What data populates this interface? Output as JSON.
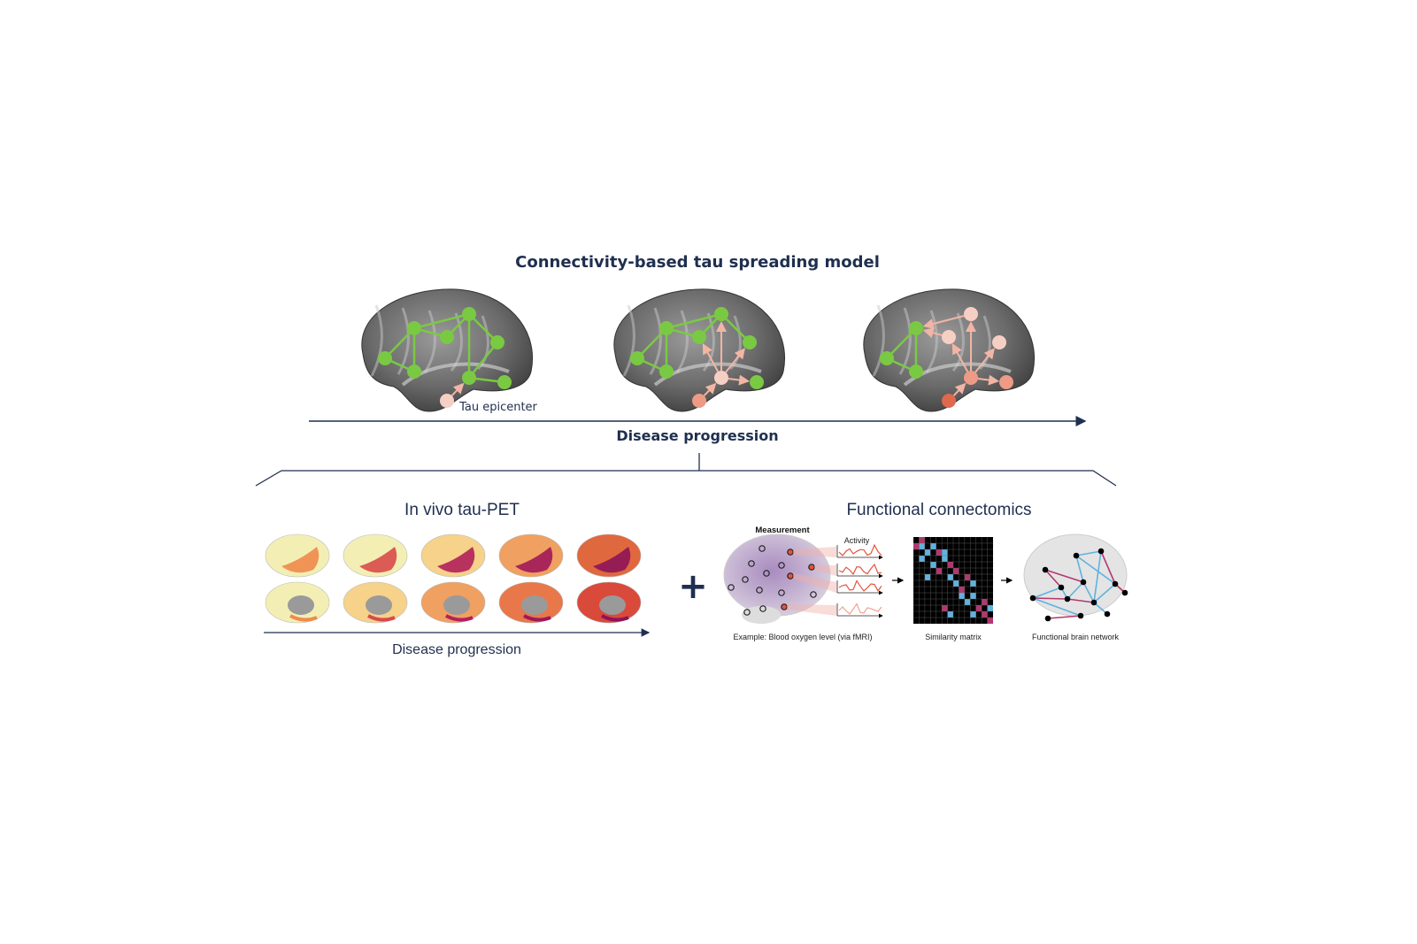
{
  "title": "Connectivity-based tau spreading model",
  "top": {
    "epicenter_label": "Tau epicenter",
    "axis_label": "Disease progression"
  },
  "left_panel": {
    "title": "In vivo tau-PET",
    "axis_label": "Disease progression"
  },
  "plus_symbol": "+",
  "right_panel": {
    "title": "Functional connectomics",
    "measurement_label": "Measurement",
    "activity_label": "Activity",
    "caption_measurement": "Example: Blood oxygen level (via fMRI)",
    "caption_matrix": "Similarity matrix",
    "caption_network": "Functional brain network"
  },
  "colors": {
    "navy": "#1f2f4f",
    "healthy_node": "#7ac943",
    "tau_light": "#f6cfc4",
    "tau_mid": "#ee9a85",
    "tau_dark": "#e0684d",
    "matrix_blue": "#5fb3de",
    "matrix_pink": "#b3376f"
  }
}
